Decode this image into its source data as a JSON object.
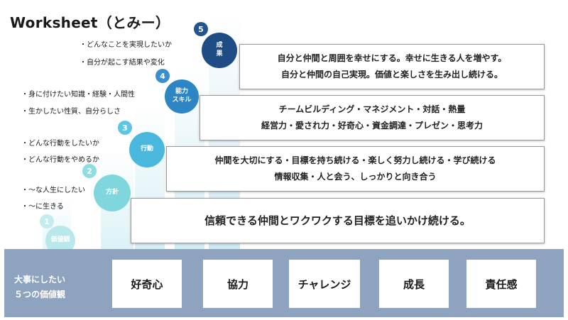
{
  "title": "Worksheet（とみー）",
  "stages": [
    {
      "number": "1",
      "label": "価値観"
    },
    {
      "number": "2",
      "label": "方針"
    },
    {
      "number": "3",
      "label": "行動"
    },
    {
      "number": "4",
      "label_line1": "能力",
      "label_line2": "スキル"
    },
    {
      "number": "5",
      "label_line1": "成",
      "label_line2": "果"
    }
  ],
  "notes": {
    "results": [
      "・どんなことを実現したいか",
      "・自分が起こす結果や変化"
    ],
    "skills": [
      "・身に付けたい知識・経験・人間性",
      "・生かしたい性質、自分らしさ"
    ],
    "actions": [
      "・どんな行動をしたいか",
      "・どんな行動をやめるか"
    ],
    "policy": [
      "・〜な人生にしたい",
      "・〜に生きる"
    ]
  },
  "boxes": {
    "results": [
      "自分と仲間と周囲を幸せにする。幸せに生きる人を増やす。",
      "自分と仲間の自己実現。価値と楽しさを生み出し続ける。"
    ],
    "skills": [
      "チームビルディング・マネジメント・対話・熱量",
      "経営力・愛され力・好奇心・資金調達・プレゼン・思考力"
    ],
    "actions": [
      "仲間を大切にする・目標を持ち続ける・楽しく努力し続ける・学び続ける",
      "情報収集・人と会う、しっかりと向き合う"
    ],
    "policy": "信頼できる仲間とワクワクする目標を追いかけ続ける。"
  },
  "values_band": {
    "title_line1": "大事にしたい",
    "title_line2": "５つの価値観",
    "values": [
      "好奇心",
      "協力",
      "チャレンジ",
      "成長",
      "責任感"
    ]
  },
  "colors": {
    "band": "#8ea3bf",
    "stage1": "#b9e8ec",
    "stage2": "#7fd6dc",
    "stage3": "#49b8dc",
    "stage4": "#2d86c3",
    "stage5": "#1e4d86"
  }
}
